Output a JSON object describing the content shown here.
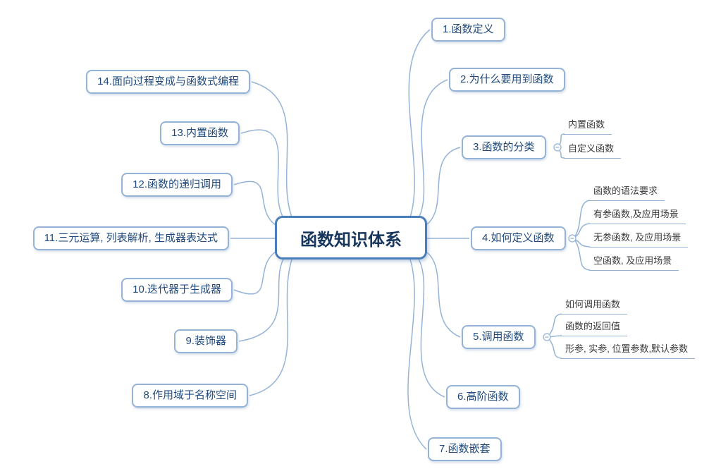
{
  "central": {
    "label": "函数知识体系"
  },
  "right_branches": [
    {
      "label": "1.函数定义",
      "children": []
    },
    {
      "label": "2.为什么要用到函数",
      "children": []
    },
    {
      "label": "3.函数的分类",
      "children": [
        {
          "label": "内置函数"
        },
        {
          "label": "自定义函数"
        }
      ]
    },
    {
      "label": "4.如何定义函数",
      "children": [
        {
          "label": "函数的语法要求"
        },
        {
          "label": "有参函数,及应用场景"
        },
        {
          "label": "无参函数, 及应用场景"
        },
        {
          "label": "空函数, 及应用场景"
        }
      ]
    },
    {
      "label": "5.调用函数",
      "children": [
        {
          "label": "如何调用函数"
        },
        {
          "label": "函数的返回值"
        },
        {
          "label": "形参, 实参, 位置参数,默认参数"
        }
      ]
    },
    {
      "label": "6.高阶函数",
      "children": []
    },
    {
      "label": "7.函数嵌套",
      "children": []
    }
  ],
  "left_branches": [
    {
      "label": "14.面向过程变成与函数式编程"
    },
    {
      "label": "13.内置函数"
    },
    {
      "label": "12.函数的递归调用"
    },
    {
      "label": "11.三元运算, 列表解析, 生成器表达式"
    },
    {
      "label": "10.迭代器于生成器"
    },
    {
      "label": "9.装饰器"
    },
    {
      "label": "8.作用域于名称空间"
    }
  ],
  "colors": {
    "node_border": "#95B3D7",
    "node_text": "#1F497D",
    "central_border": "#4A7EBB",
    "central_text": "#17365D",
    "line": "#95B3D7",
    "child_text": "#3A3A3A"
  }
}
